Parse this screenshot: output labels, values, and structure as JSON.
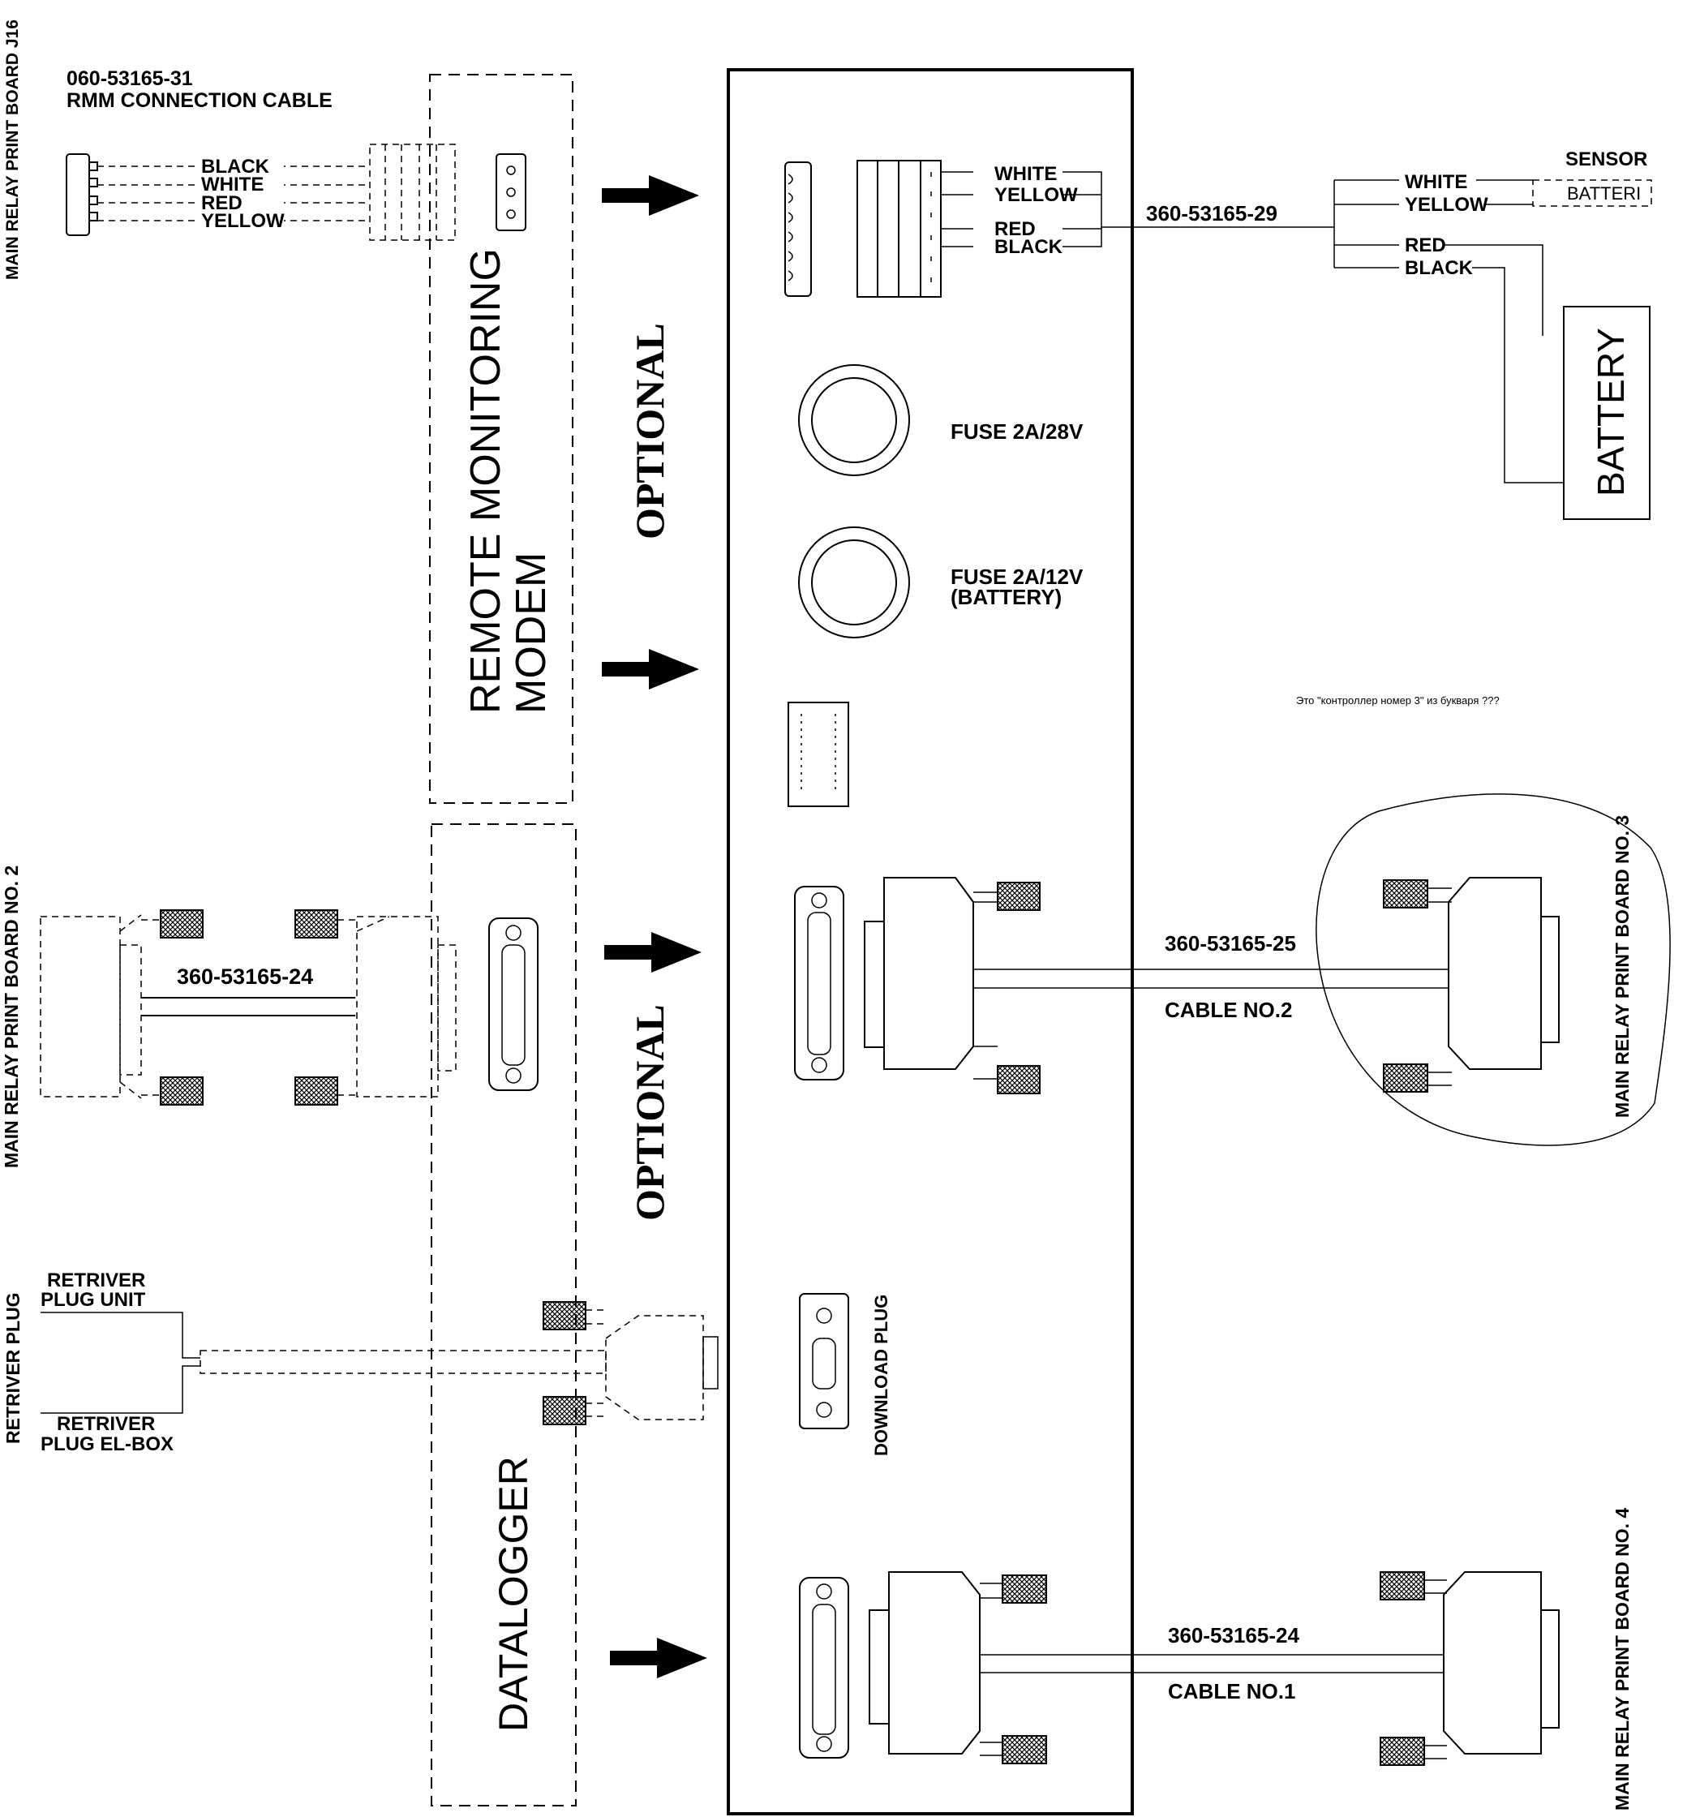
{
  "labels": {
    "rmm_cable_part": "060-53165-31",
    "rmm_cable_name": "RMM CONNECTION CABLE",
    "left_top_side": "MAIN RELAY PRINT BOARD J16",
    "left_mid_side": "MAIN RELAY PRINT BOARD NO. 2",
    "left_low_side": "RETRIVER PLUG",
    "right_mid_side": "MAIN RELAY PRINT BOARD NO. 3",
    "right_low_side": "MAIN RELAY PRINT BOARD NO. 4",
    "rmm_module": "REMOTE MONITORING\nMODEM",
    "datalogger_module": "DATALOGGER",
    "optional_1": "OPTIONAL",
    "optional_2": "OPTIONAL",
    "fuse_1": "FUSE 2A/28V",
    "fuse_2": "FUSE 2A/12V",
    "fuse_2_sub": "(BATTERY)",
    "download_plug": "DOWNLOAD PLUG",
    "battery_cable": "360-53165-29",
    "sensor_title": "SENSOR",
    "sensor_box": "BATTERI",
    "battery_box": "BATTERY",
    "cable_2_part": "360-53165-25",
    "cable_2_name": "CABLE NO.2",
    "cable_1_part": "360-53165-24",
    "cable_1_name": "CABLE NO.1",
    "cable_left_part": "360-53165-24",
    "retriver_unit_1": "RETRIVER",
    "retriver_unit_2": "PLUG UNIT",
    "retriver_elbox_1": "RETRIVER",
    "retriver_elbox_2": "PLUG EL-BOX",
    "annotation": "Это \"контроллер номер 3\" из букваря ???"
  },
  "wires_rmm": [
    "BLACK",
    "WHITE",
    "RED",
    "YELLOW"
  ],
  "wires_panel": [
    "WHITE",
    "YELLOW",
    "RED",
    "BLACK"
  ],
  "wires_battery": [
    "WHITE",
    "YELLOW",
    "RED",
    "BLACK"
  ]
}
